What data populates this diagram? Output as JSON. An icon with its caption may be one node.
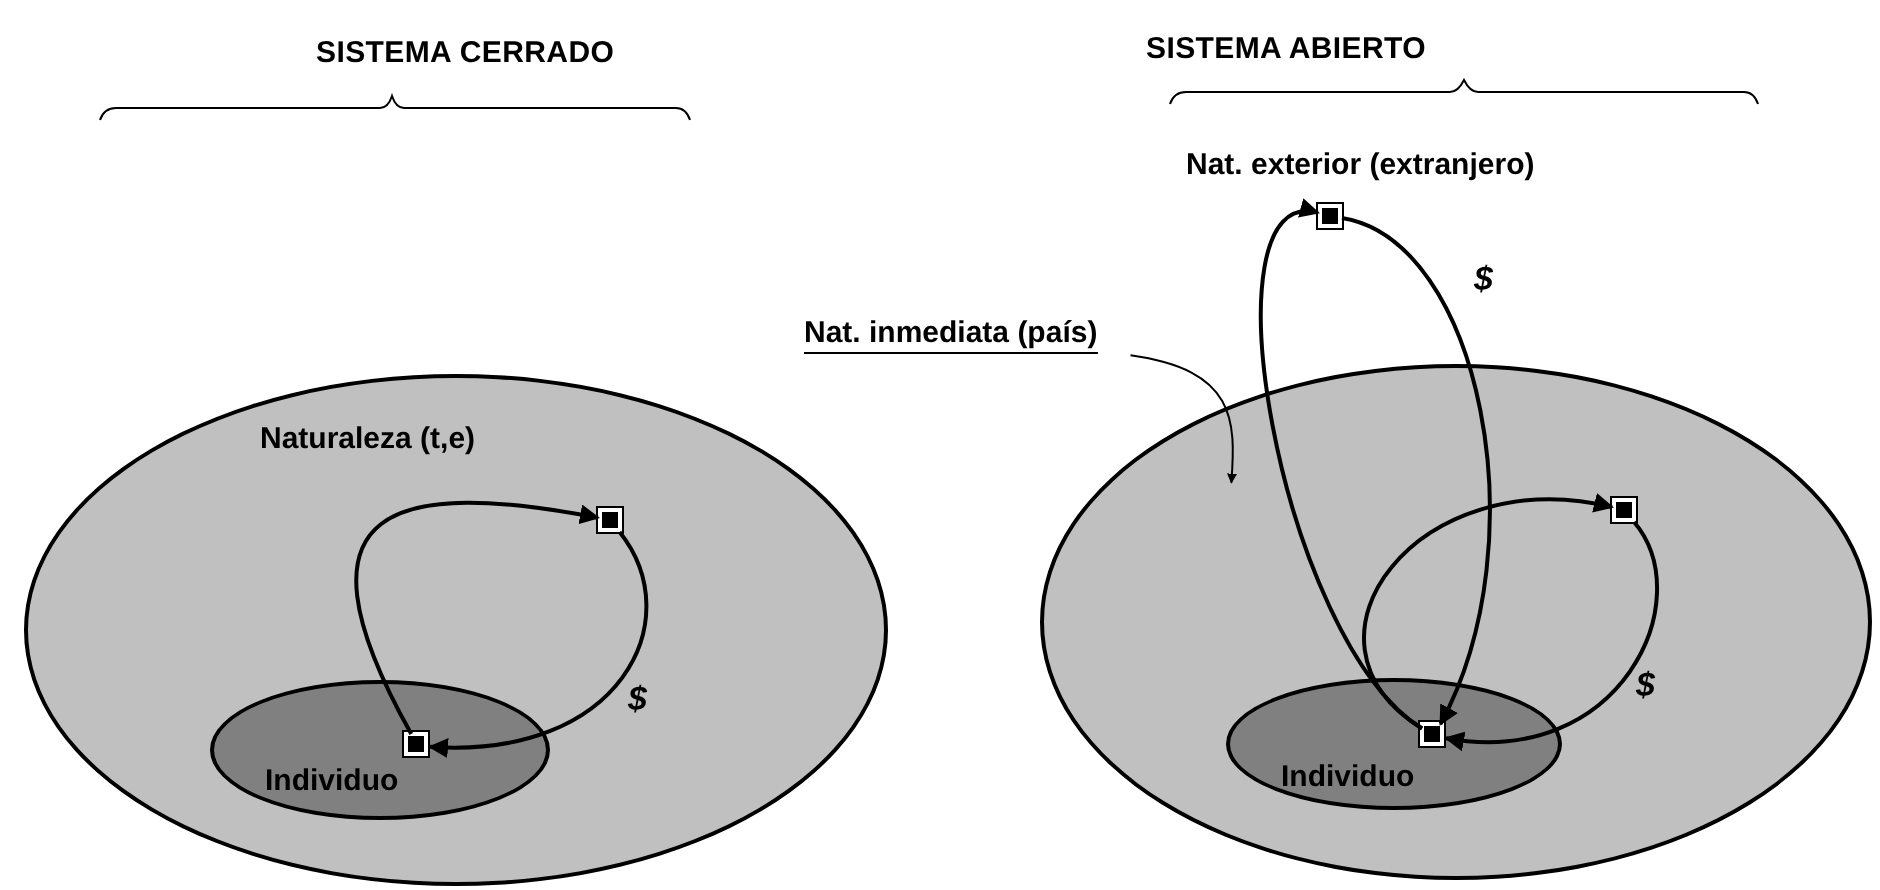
{
  "diagram": {
    "nodes": [
      {
        "text": [
          "Naturaleza (t,e)"
        ]
      },
      {
        "text": [
          "Individuo"
        ],
        "in": 0
      },
      {
        "text": [],
        "shape": "box",
        "in": 0
      },
      {
        "text": [],
        "shape": "box",
        "in": 1
      },
      {
        "text": [],
        "shape": "circle"
      },
      {
        "text": [
          "Individuo"
        ],
        "in": 4
      },
      {
        "text": [],
        "shape": "box",
        "in": 4
      },
      {
        "text": [],
        "shape": "box",
        "in": 5
      },
      {
        "text": [],
        "shape": "box",
        "beside": [
          "Nat. exterior (extranjero)"
        ]
      },
      {
        "text": [
          "Nat. inmediata (país)"
        ]
      }
    ],
    "edges": [
      {
        "from": 3,
        "to": 2,
        "arrow": "to"
      },
      {
        "from": 2,
        "to": 3,
        "arrow": "to",
        "label": "$"
      },
      {
        "from": 7,
        "to": 6,
        "arrow": "to"
      },
      {
        "from": 6,
        "to": 7,
        "arrow": "to",
        "label": "$"
      },
      {
        "from": 8,
        "to": 7,
        "arrow": "to",
        "label": "$"
      },
      {
        "from": 7,
        "to": 8,
        "arrow": "to"
      },
      {
        "from": 9,
        "to": 4,
        "arrow": "to"
      }
    ],
    "labels": [
      "SISTEMA CERRADO",
      "SISTEMA ABIERTO"
    ]
  }
}
